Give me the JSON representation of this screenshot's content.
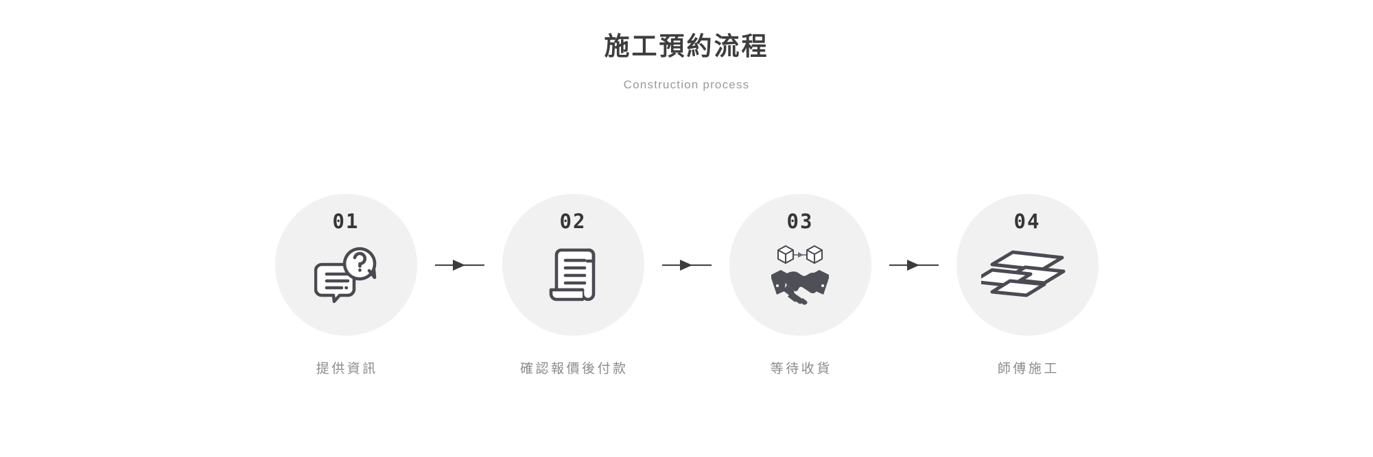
{
  "header": {
    "title": "施工預約流程",
    "subtitle": "Construction process"
  },
  "colors": {
    "background": "#ffffff",
    "circle_fill": "#f1f1f1",
    "title_text": "#3d3d3f",
    "subtitle_text": "#9a9a9a",
    "label_text": "#8b8b8b",
    "number_text": "#36363a",
    "icon_stroke": "#4a4a52",
    "arrow": "#4a4a4a"
  },
  "flow": {
    "steps": [
      {
        "number": "01",
        "label": "提供資訊",
        "icon": "chat-question-icon"
      },
      {
        "number": "02",
        "label": "確認報價後付款",
        "icon": "scroll-document-icon"
      },
      {
        "number": "03",
        "label": "等待收貨",
        "icon": "handshake-delivery-icon"
      },
      {
        "number": "04",
        "label": "師傅施工",
        "icon": "flooring-planks-icon"
      }
    ],
    "connector_icon": "arrow-right-icon"
  }
}
